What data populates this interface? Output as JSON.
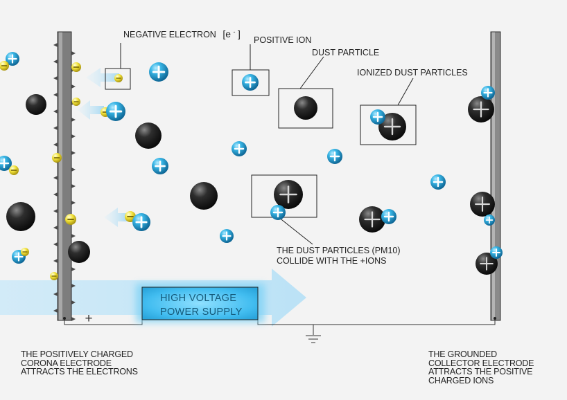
{
  "labels": {
    "negative_electron": "NEGATIVE ELECTRON",
    "electron_symbol": "[e",
    "electron_superscript": "-",
    "electron_close": "]",
    "positive_ion": "POSITIVE ION",
    "dust_particle": "DUST PARTICLE",
    "ionized_dust": "IONIZED DUST PARTICLES",
    "collide_line1": "THE DUST PARTICLES (PM10)",
    "collide_line2": "COLLIDE WITH THE +IONS"
  },
  "power_supply": {
    "line1": "HIGH VOLTAGE",
    "line2": "POWER SUPPLY",
    "plus_sign": "+"
  },
  "captions": {
    "left": [
      "THE POSITIVELY CHARGED",
      "CORONA ELECTRODE",
      "ATTRACTS THE ELECTRONS"
    ],
    "right": [
      "THE GROUNDED",
      "COLLECTOR ELECTRODE",
      "ATTRACTS THE POSITIVE",
      "CHARGED IONS"
    ]
  },
  "colors": {
    "background": "#f3f3f3",
    "electrode": "#7a7a7a",
    "ion": "#2aa7d8",
    "electron": "#f0e040",
    "dust": "#1a1a1a",
    "glow": "#9fd9f4",
    "power_box": "#56c6f2"
  },
  "icons": {
    "ion": "plus-circle-icon",
    "electron": "minus-circle-icon",
    "ground": "ground-symbol-icon"
  }
}
